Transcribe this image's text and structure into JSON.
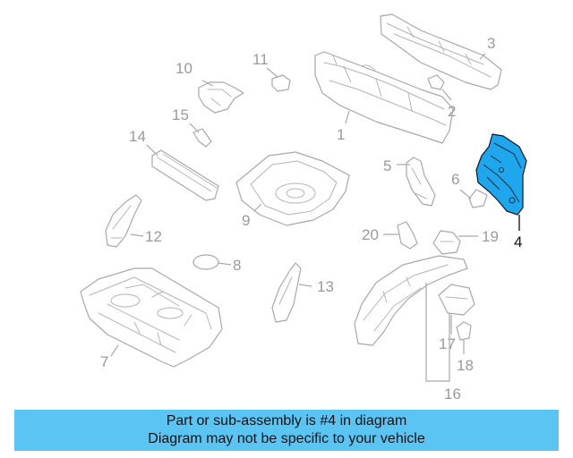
{
  "callouts": {
    "c1": "1",
    "c2": "2",
    "c3": "3",
    "c4": "4",
    "c5": "5",
    "c6": "6",
    "c7": "7",
    "c8": "8",
    "c9": "9",
    "c10": "10",
    "c11": "11",
    "c12": "12",
    "c13": "13",
    "c14": "14",
    "c15": "15",
    "c16": "16",
    "c17": "17",
    "c18": "18",
    "c19": "19",
    "c20": "20"
  },
  "highlighted_part": "4",
  "colors": {
    "highlight": "#1ea7ec",
    "banner": "#5ac4f3",
    "line": "#a8a8a8"
  },
  "banner": {
    "line1": "Part or sub-assembly is #4 in diagram",
    "line2": "Diagram may not be specific to your vehicle"
  }
}
